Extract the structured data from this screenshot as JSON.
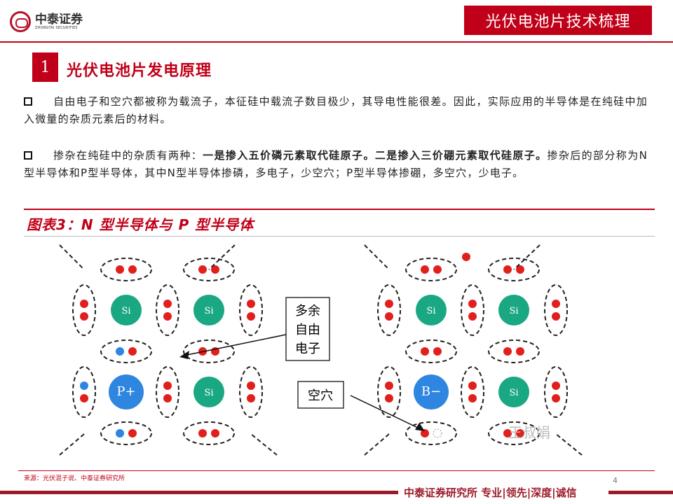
{
  "header": {
    "logo_cn": "中泰证券",
    "logo_en": "ZHONGTAI SECURITIES",
    "title": "光伏电池片技术梳理"
  },
  "section": {
    "number": "1",
    "title": "光伏电池片发电原理"
  },
  "paragraphs": [
    {
      "text": "自由电子和空穴都被称为载流子，本征硅中载流子数目极少，其导电性能很差。因此，实际应用的半导体是在纯硅中加入微量的杂质元素后的材料。"
    },
    {
      "pre": "掺杂在纯硅中的杂质有两种：",
      "bold": "一是掺入五价磷元素取代硅原子。二是掺入三价硼元素取代硅原子。",
      "post": "掺杂后的部分称为N型半导体和P型半导体，其中N型半导体掺磷，多电子，少空穴；P型半导体掺硼，多空穴，少电子。"
    }
  ],
  "figure": {
    "title": "图表3：N 型半导体与 P 型半导体",
    "n_atoms": [
      "Si",
      "Si",
      "P+",
      "Si"
    ],
    "p_atoms": [
      "Si",
      "Si",
      "B−",
      "Si"
    ],
    "label_free_electron": [
      "多余",
      "自由",
      "电子"
    ],
    "label_hole": "空穴",
    "watermark": "王叔娟",
    "colors": {
      "si": "#1aa883",
      "dopant": "#2f86e0",
      "electron": "#e0201c",
      "free_electron": "#2f86e0"
    }
  },
  "footer": {
    "source": "来源：光伏混子说、中泰证券研究所",
    "page": "4",
    "slogan": "中泰证券研究所 专业|领先|深度|诚信"
  }
}
